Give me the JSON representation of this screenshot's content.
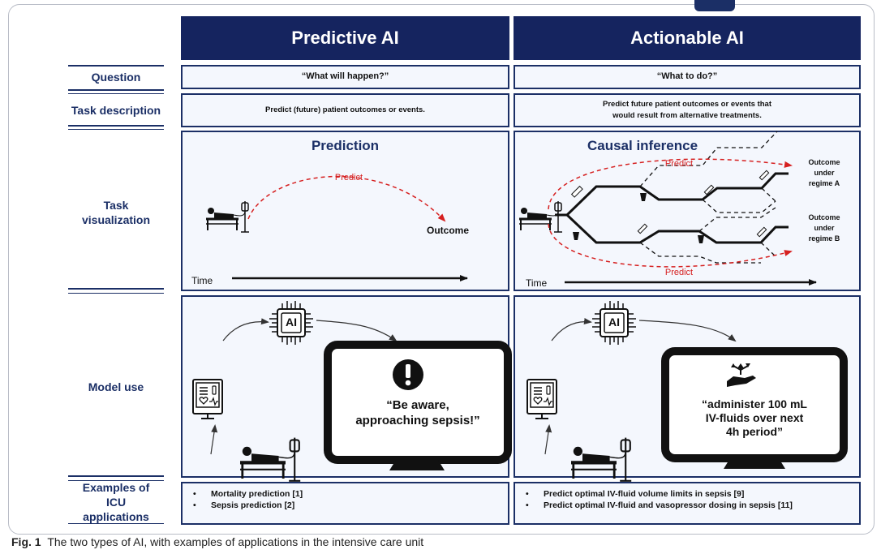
{
  "headers": {
    "left": "Predictive AI",
    "right": "Actionable AI"
  },
  "row_labels": {
    "question": "Question",
    "task_description": "Task description",
    "task_visualization": "Task visualization",
    "model_use": "Model use",
    "examples": "Examples of ICU applications"
  },
  "predictive": {
    "question": "“What will happen?”",
    "task": "Predict (future) patient outcomes or events.",
    "viz_title": "Prediction",
    "predict_label": "Predict",
    "outcome_label": "Outcome",
    "time_label": "Time",
    "ai_label": "AI",
    "monitor_text_1": "“Be aware,",
    "monitor_text_2": "approaching sepsis!”",
    "examples": [
      "Mortality prediction [1]",
      "Sepsis prediction [2]"
    ]
  },
  "actionable": {
    "question": "“What to do?”",
    "task_1": "Predict future patient outcomes or events that",
    "task_2": "would result from alternative treatments.",
    "viz_title": "Causal inference",
    "predict_label_top": "Predict",
    "predict_label_bottom": "Predict",
    "outcome_a_1": "Outcome",
    "outcome_a_2": "under",
    "outcome_a_3": "regime A",
    "outcome_b_1": "Outcome",
    "outcome_b_2": "under",
    "outcome_b_3": "regime B",
    "time_label": "Time",
    "ai_label": "AI",
    "monitor_text_1": "“administer 100 mL",
    "monitor_text_2": "IV-fluids over next",
    "monitor_text_3": "4h period”",
    "examples": [
      "Predict optimal IV-fluid volume limits in sepsis [9]",
      "Predict optimal IV-fluid and vasopressor dosing in sepsis [11]"
    ]
  },
  "caption": {
    "label": "Fig. 1",
    "text": "The two types of AI, with examples of applications in the intensive care unit"
  },
  "colors": {
    "navy": "#15245f",
    "box_bg": "#f4f7fd",
    "predict_red": "#d62020"
  }
}
